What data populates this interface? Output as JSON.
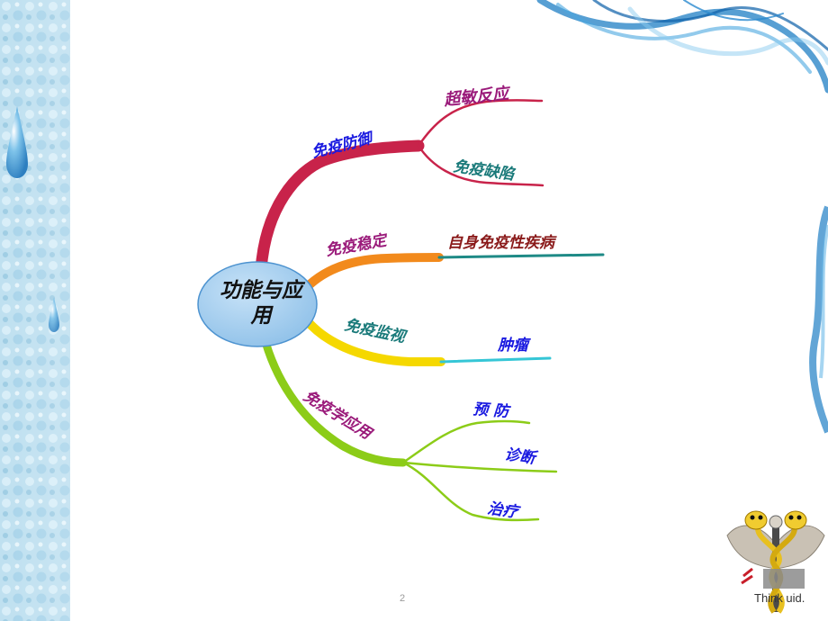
{
  "center": {
    "label_line1": "功能与应",
    "label_line2": "用"
  },
  "branches": [
    {
      "id": "defense",
      "label": "免疫防御",
      "color": "#c8234a",
      "children": [
        {
          "label": "超敏反应"
        },
        {
          "label": "免疫缺陷"
        }
      ]
    },
    {
      "id": "stability",
      "label": "免疫稳定",
      "color": "#f28a1c",
      "children": [
        {
          "label": "自身免疫性疾病"
        }
      ]
    },
    {
      "id": "monitor",
      "label": "免疫监视",
      "color": "#f5d800",
      "children": [
        {
          "label": "肿瘤"
        }
      ]
    },
    {
      "id": "applied",
      "label": "免疫学应用",
      "color": "#8ccc18",
      "children": [
        {
          "label": "预 防"
        },
        {
          "label": "诊断"
        },
        {
          "label": "治疗"
        }
      ]
    }
  ],
  "colors": {
    "child_defense": "#c8234a",
    "child_stability": "#1e8a86",
    "child_monitor": "#35c6d6",
    "child_applied": "#8ccc18",
    "label_blue": "#1a1ae0",
    "label_purple": "#9a1a7a",
    "label_teal": "#1a7a7a",
    "label_darkred": "#8a1a1a",
    "center_fill": "#9cc8ec"
  },
  "footer": {
    "page_number": "2",
    "brand_text": "Think  uid."
  },
  "icons": [
    "water-drop-icon",
    "smoke-swirl-decor",
    "caduceus-snake-logo"
  ]
}
